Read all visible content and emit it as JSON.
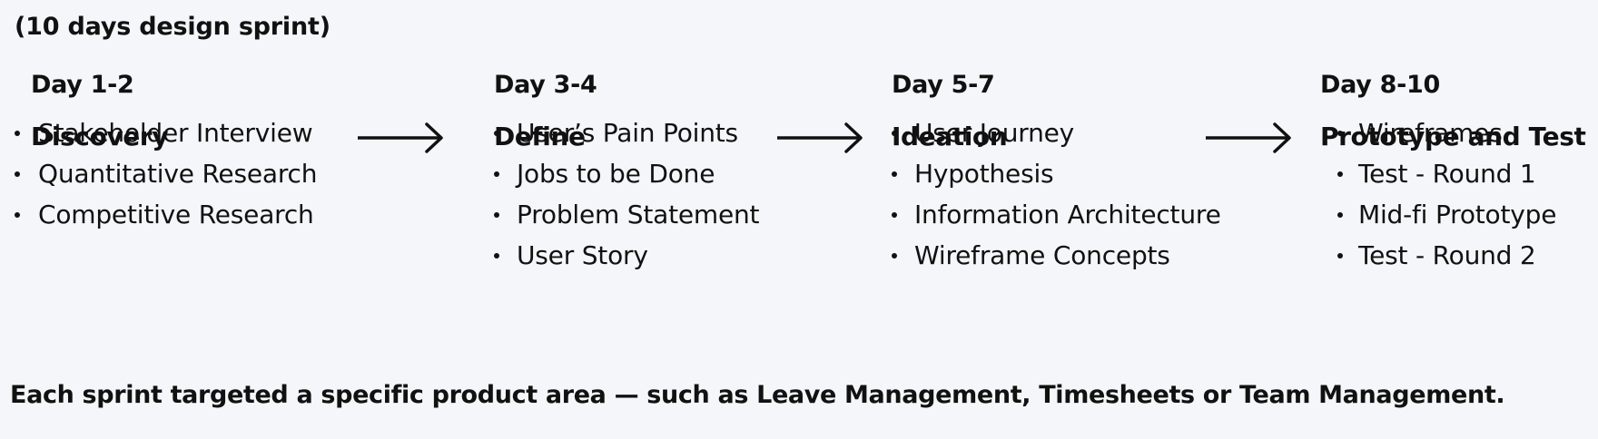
{
  "subtitle": "(10 days design sprint)",
  "phases": [
    {
      "day": "Day 1-2",
      "name": "Discovery",
      "items": [
        "Stakeholder Interview",
        "Quantitative Research",
        "Competitive Research"
      ]
    },
    {
      "day": "Day 3-4",
      "name": "Define",
      "items": [
        "User’s Pain Points",
        "Jobs to be Done",
        "Problem Statement",
        "User Story"
      ]
    },
    {
      "day": "Day 5-7",
      "name": "Ideation",
      "items": [
        "User Journey",
        "Hypothesis",
        "Information Architecture",
        "Wireframe Concepts"
      ]
    },
    {
      "day": "Day 8-10",
      "name": "Prototype and Test",
      "items": [
        "Wireframes",
        "Test - Round 1",
        "Mid-fi Prototype",
        "Test - Round 2"
      ]
    }
  ],
  "footer": "Each sprint targeted a specific product area — such as Leave Management, Timesheets or Team Management."
}
